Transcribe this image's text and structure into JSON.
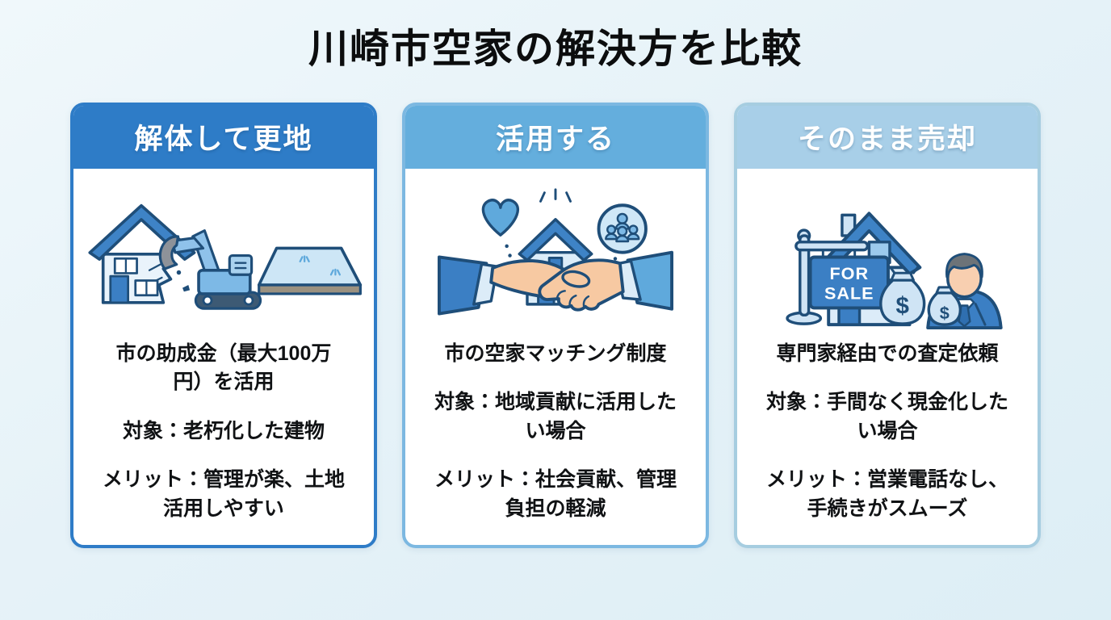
{
  "page": {
    "title": "川崎市空家の解決方を比較",
    "background_color": "#e6f2f8",
    "outline_color": "#1f4e79"
  },
  "cards": [
    {
      "header": "解体して更地",
      "header_bg": "#2e7cc7",
      "border_color": "#2e7cc7",
      "icon": "demolition-icon",
      "program": "市の助成金（最大100万円）を活用",
      "target": "対象：老朽化した建物",
      "merit": "メリット：管理が楽、土地活用しやすい"
    },
    {
      "header": "活用する",
      "header_bg": "#64aedd",
      "border_color": "#7cb8e1",
      "icon": "handshake-icon",
      "program": "市の空家マッチング制度",
      "target": "対象：地域貢献に活用したい場合",
      "merit": "メリット：社会貢献、管理負担の軽減"
    },
    {
      "header": "そのまま売却",
      "header_bg": "#a8cfe8",
      "border_color": "#a6cde0",
      "icon": "for-sale-icon",
      "sign": {
        "line1": "FOR",
        "line2": "SALE"
      },
      "money_symbol": "$",
      "program": "専門家経由での査定依頼",
      "target": "対象：手間なく現金化したい場合",
      "merit": "メリット：営業電話なし、手続きがスムーズ"
    }
  ]
}
